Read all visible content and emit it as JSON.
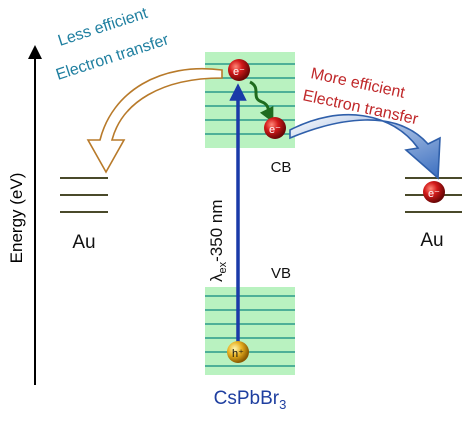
{
  "axis": {
    "label": "Energy (eV)"
  },
  "left_metal": {
    "label": "Au",
    "level_color": "#4a4a2a"
  },
  "right_metal": {
    "label": "Au",
    "electron_label": "e⁻"
  },
  "semiconductor": {
    "name_base": "CsPbBr",
    "name_sub": "3",
    "cb_label": "CB",
    "vb_label": "VB",
    "band_fill": "#b9f2c0",
    "band_line": "#2a9a8a",
    "name_color": "#1f3fa0"
  },
  "excitation": {
    "lambda": "λ",
    "sub": "ex",
    "value": "-350 nm",
    "color": "#1a3aa8"
  },
  "carriers": {
    "electron_label": "e⁻",
    "hole_label": "h⁺",
    "electron_color": "#d31a1a",
    "hole_color": "#e8b020"
  },
  "transfer_less": {
    "line1": "Less efficient",
    "line2": "Electron transfer",
    "color": "#1f7fa0",
    "arrow_color": "#b87a2a"
  },
  "transfer_more": {
    "line1": "More efficient",
    "line2": "Electron transfer",
    "color": "#c0282a",
    "arrow_color": "#2f5faa"
  }
}
